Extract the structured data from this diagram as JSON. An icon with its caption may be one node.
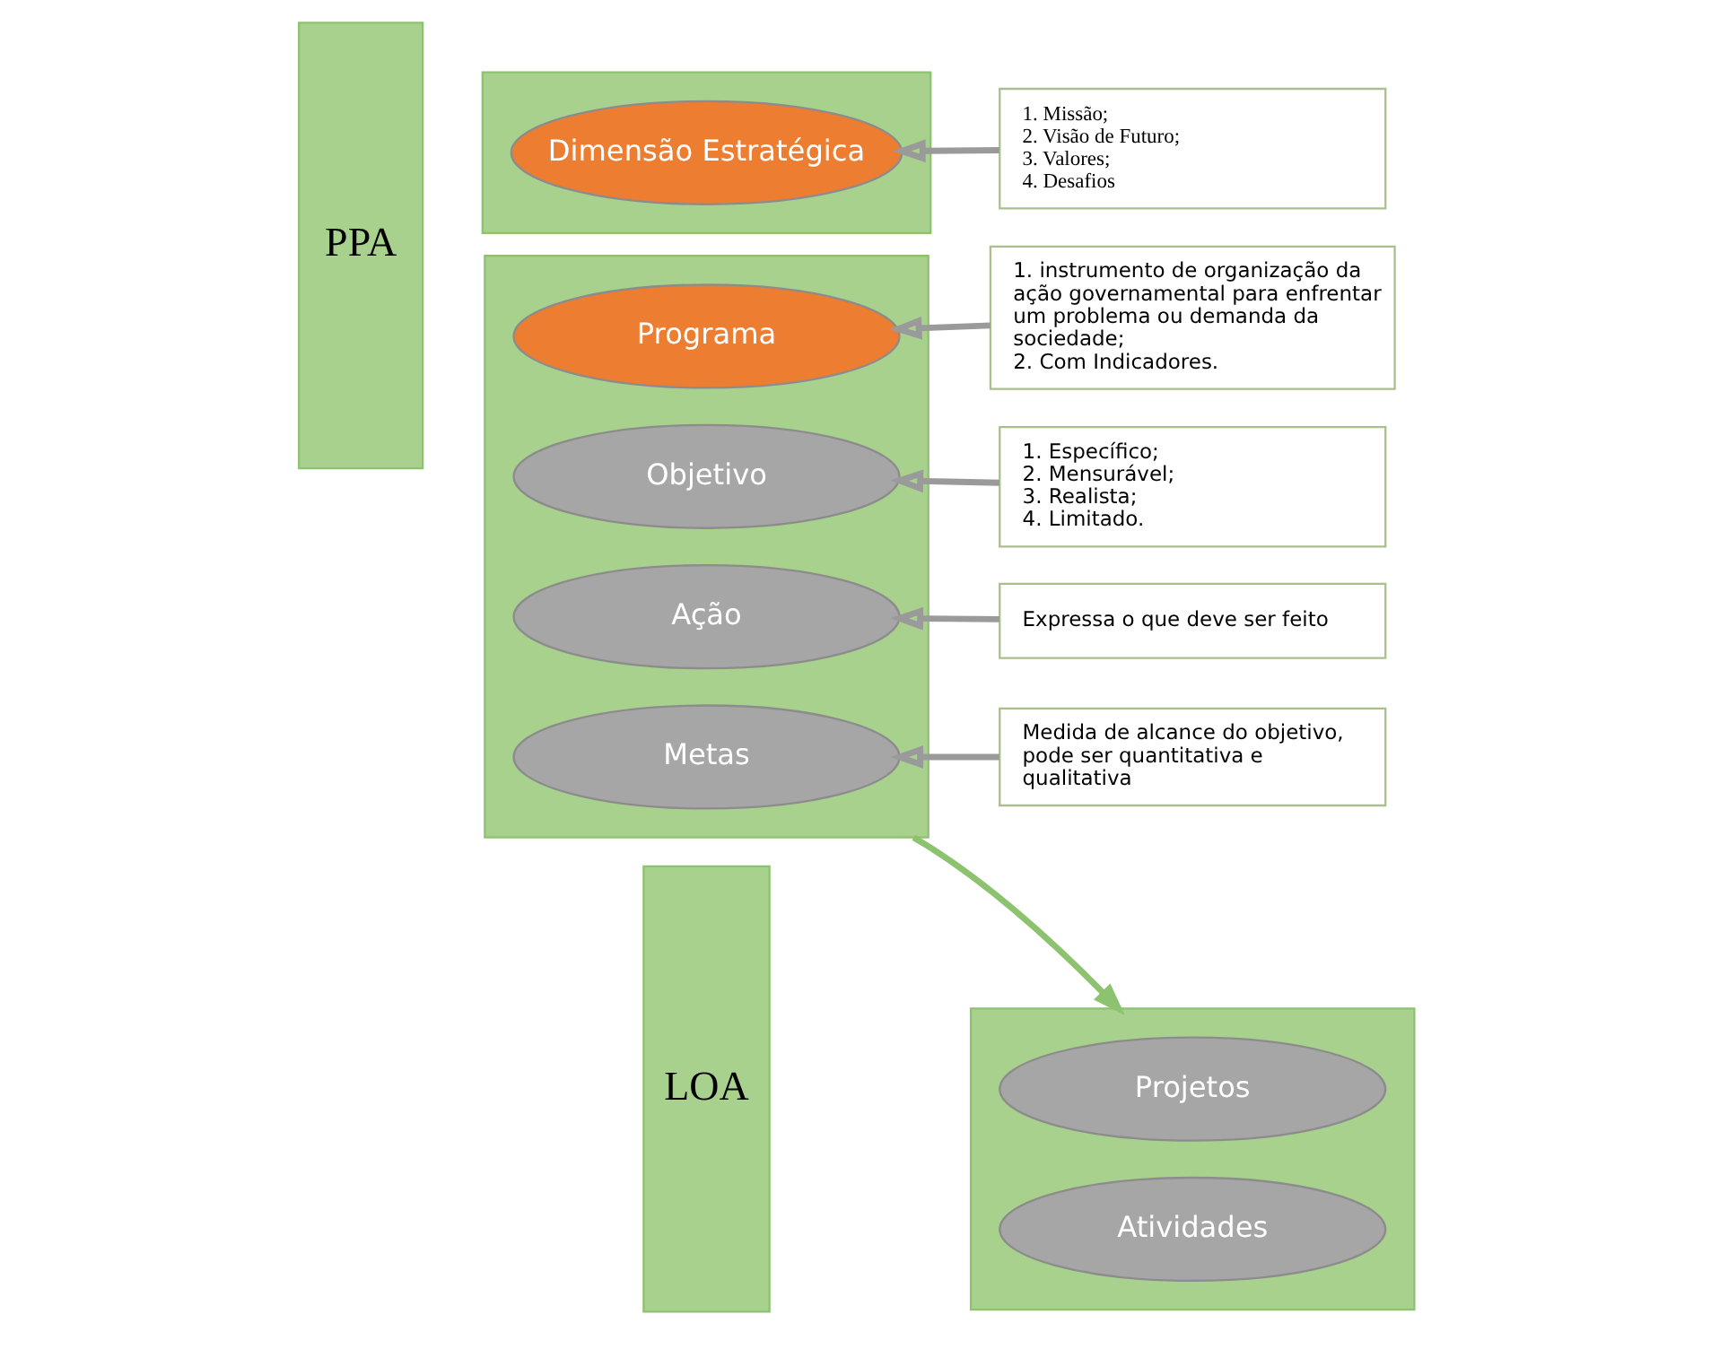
{
  "diagram": {
    "nodes": [
      {
        "text": [
          "PPA"
        ]
      },
      {
        "text": [],
        "shape": "box"
      },
      {
        "text": [
          "Dimensão Estratégica"
        ],
        "in": 1
      },
      {
        "text": [],
        "shape": "box"
      },
      {
        "text": [
          "Programa"
        ],
        "in": 3
      },
      {
        "text": [
          "Objetivo"
        ],
        "in": 3
      },
      {
        "text": [
          "Ação"
        ],
        "in": 3
      },
      {
        "text": [
          "Metas"
        ],
        "in": 3
      },
      {
        "text": [
          "LOA"
        ]
      },
      {
        "text": [],
        "shape": "box"
      },
      {
        "text": [
          "Projetos"
        ],
        "in": 9
      },
      {
        "text": [
          "Atividades"
        ],
        "in": 9
      },
      {
        "text": [
          "1. Missão;",
          "2. Visão de Futuro;",
          "3. Valores;",
          "4. Desafios"
        ]
      },
      {
        "text": [
          "1. instrumento de organização da ação governamental para enfrentar um problema ou demanda da sociedade;",
          "2. Com Indicadores."
        ]
      },
      {
        "text": [
          "1. Específico;",
          "2. Mensurável;",
          "3. Realista;",
          "4. Limitado."
        ]
      },
      {
        "text": [
          "Expressa o que deve ser feito"
        ]
      },
      {
        "text": [
          "Medida de alcance do objetivo, pode ser quantitativa e qualitativa"
        ]
      }
    ],
    "edges": [
      {
        "from": 12,
        "to": 2,
        "arrow": "to"
      },
      {
        "from": 13,
        "to": 4,
        "arrow": "to"
      },
      {
        "from": 14,
        "to": 5,
        "arrow": "to"
      },
      {
        "from": 15,
        "to": 6,
        "arrow": "to"
      },
      {
        "from": 16,
        "to": 7,
        "arrow": "to"
      },
      {
        "from": 3,
        "to": 9,
        "arrow": "to",
        "color": "#8dc26f"
      }
    ]
  }
}
